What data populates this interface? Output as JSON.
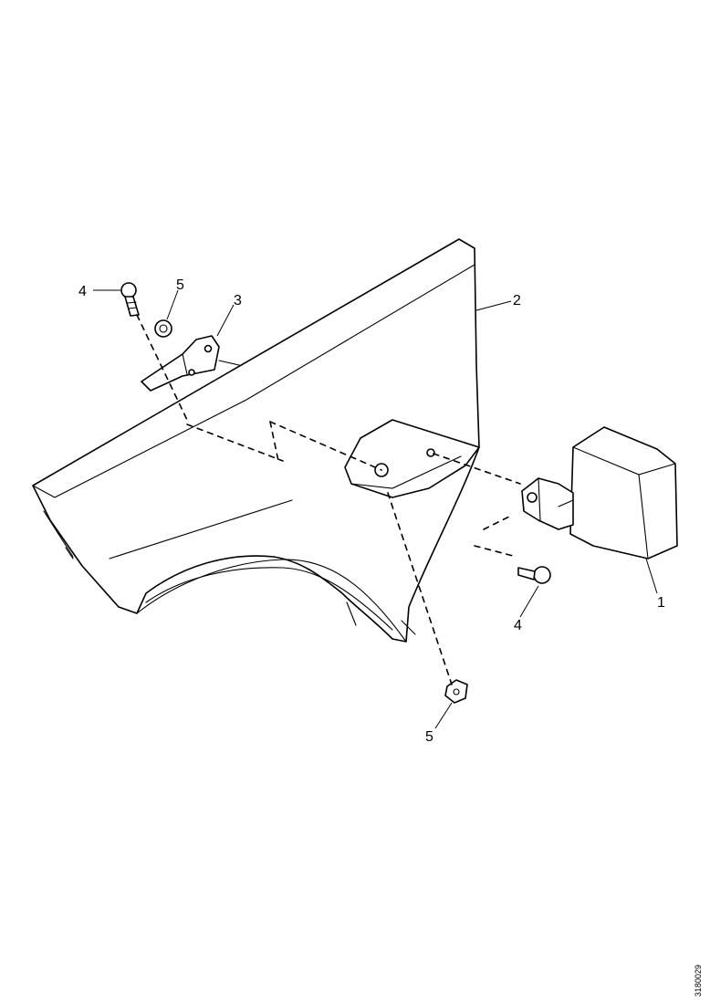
{
  "callouts": {
    "part_1": "1",
    "part_2": "2",
    "part_3": "3",
    "part_4_top": "4",
    "part_4_bottom": "4",
    "part_5_top": "5",
    "part_5_bottom": "5"
  },
  "drawing_ref": "3180029"
}
